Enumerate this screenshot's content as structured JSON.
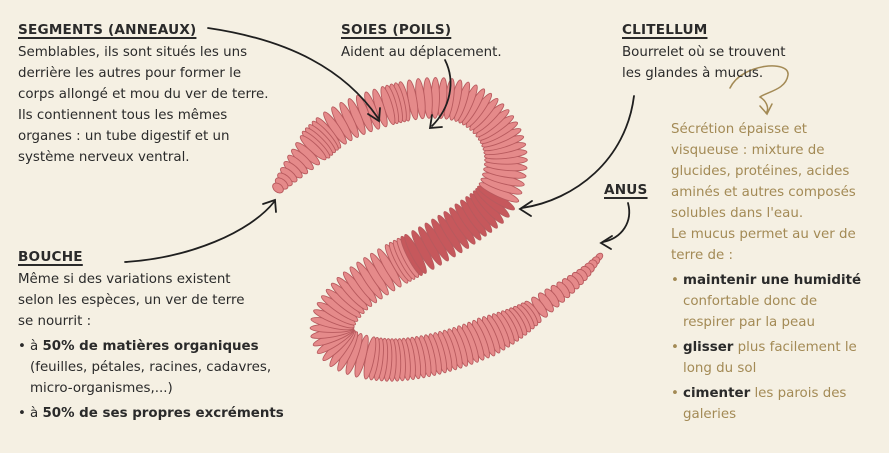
{
  "segments": {
    "title": "SEGMENTS (ANNEAUX)",
    "lines": [
      "Semblables, ils sont situés les uns",
      "derrière les autres pour former le",
      "corps allongé et mou du ver de terre.",
      "Ils contiennent tous les mêmes",
      "organes : un tube digestif et un",
      "système nerveux ventral."
    ]
  },
  "soies": {
    "title": "SOIES (POILS)",
    "text": "Aident au déplacement."
  },
  "clitellum": {
    "title": "CLITELLUM",
    "line1": "Bourrelet où se trouvent",
    "line2": "les glandes à mucus."
  },
  "mucus": {
    "lines": [
      "Sécrétion épaisse et",
      "visqueuse : mixture de",
      "glucides, protéines, acides",
      "aminés et autres composés",
      "solubles dans l'eau.",
      "Le mucus permet au ver de",
      "terre de :"
    ],
    "items": [
      {
        "strong": "maintenir une humidité",
        "rest_lines": [
          "confortable donc de",
          "respirer par la peau"
        ]
      },
      {
        "strong": "glisser",
        "rest_lines": [
          " plus facilement le",
          "long du sol"
        ]
      },
      {
        "strong": "cimenter",
        "rest_lines": [
          " les parois des",
          "galeries"
        ]
      }
    ]
  },
  "anus": {
    "title": "ANUS"
  },
  "bouche": {
    "title": "BOUCHE",
    "lines": [
      "Même si des variations existent",
      "selon les espèces, un ver de terre",
      "se nourrit :"
    ],
    "items": [
      {
        "prefix": "à ",
        "strong": "50% de matières organiques",
        "rest_lines": [
          "(feuilles, pétales, racines, cadavres,",
          "micro-organismes,...)"
        ]
      },
      {
        "prefix": "à ",
        "strong": "50% de ses propres excréments",
        "rest_lines": []
      }
    ]
  },
  "colors": {
    "background": "#f5f0e3",
    "worm_body": "#e58a8a",
    "worm_segment_line": "#b85a5e",
    "clitellum": "#c6585c",
    "accent_text": "#a38a55",
    "text": "#2a2a2a"
  }
}
